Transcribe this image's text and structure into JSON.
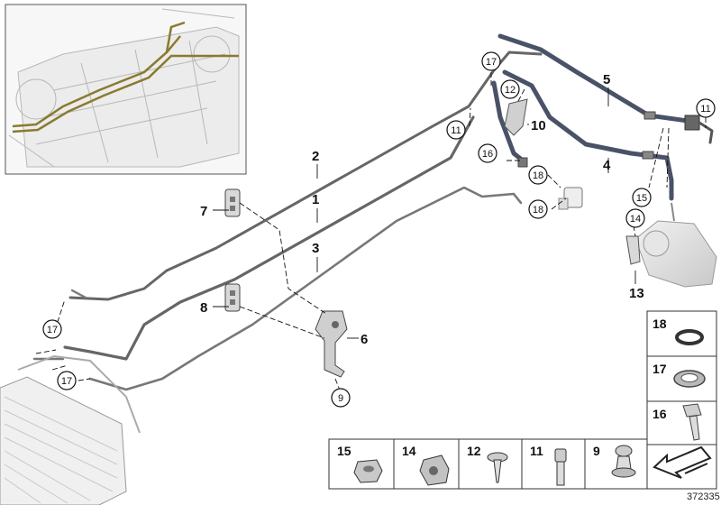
{
  "callouts": [
    {
      "id": "c1",
      "text": "1"
    },
    {
      "id": "c2",
      "text": "2"
    },
    {
      "id": "c3",
      "text": "3"
    },
    {
      "id": "c4",
      "text": "4"
    },
    {
      "id": "c5",
      "text": "5"
    },
    {
      "id": "c6",
      "text": "6"
    },
    {
      "id": "c7",
      "text": "7"
    },
    {
      "id": "c8",
      "text": "8"
    },
    {
      "id": "c10",
      "text": "10"
    },
    {
      "id": "c13",
      "text": "13"
    },
    {
      "id": "c9",
      "text": "9"
    },
    {
      "id": "c11a",
      "text": "11"
    },
    {
      "id": "c11b",
      "text": "11"
    },
    {
      "id": "c12",
      "text": "12"
    },
    {
      "id": "c14",
      "text": "14"
    },
    {
      "id": "c15",
      "text": "15"
    },
    {
      "id": "c16",
      "text": "16"
    },
    {
      "id": "c17a",
      "text": "17"
    },
    {
      "id": "c17b",
      "text": "17"
    },
    {
      "id": "c17c",
      "text": "17"
    },
    {
      "id": "c18a",
      "text": "18"
    },
    {
      "id": "c18b",
      "text": "18"
    }
  ],
  "legend_right": [
    {
      "label": "18",
      "icon": "o-ring-icon"
    },
    {
      "label": "17",
      "icon": "sealing-washer-icon"
    },
    {
      "label": "16",
      "icon": "hex-bolt-icon"
    }
  ],
  "legend_bottom": [
    {
      "label": "15",
      "icon": "hex-nut-icon"
    },
    {
      "label": "14",
      "icon": "clip-nut-icon"
    },
    {
      "label": "12",
      "icon": "self-tapping-screw-icon"
    },
    {
      "label": "11",
      "icon": "allen-screw-icon"
    },
    {
      "label": "9",
      "icon": "expanding-rivet-icon"
    },
    {
      "label": "",
      "icon": "arrow-icon"
    }
  ],
  "diagram_number": "372335"
}
